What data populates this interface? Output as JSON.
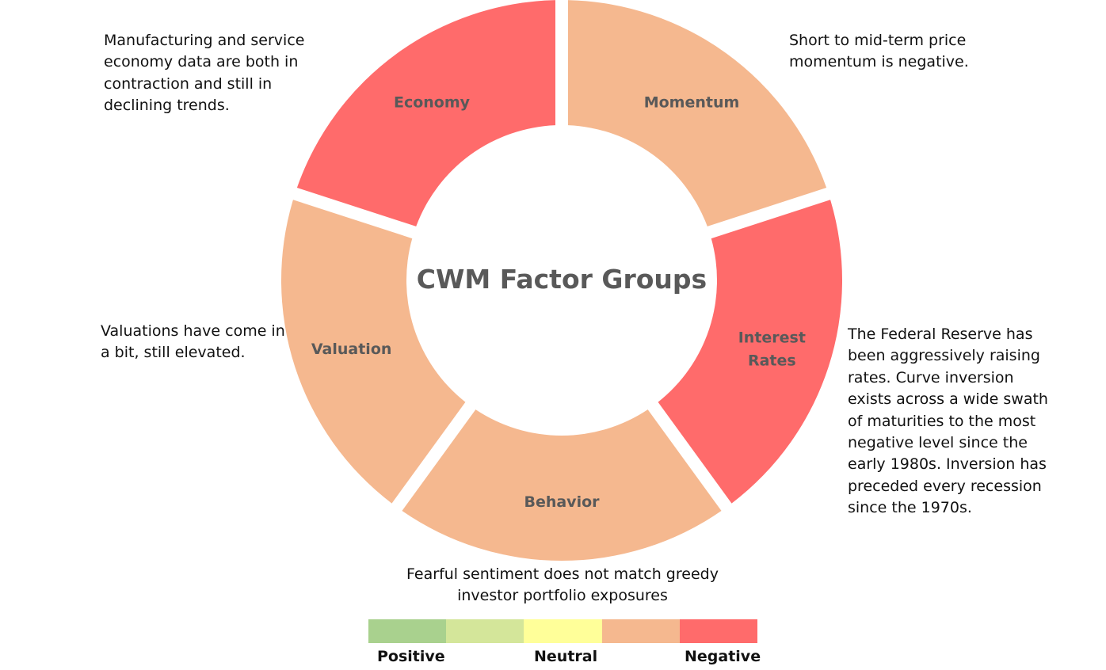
{
  "title": "CWM Factor Groups",
  "colors": {
    "negative": "#ff6b6b",
    "moderately_negative": "#f5b88f",
    "neutral": "#ffff99",
    "moderately_positive": "#d4e69a",
    "positive": "#a9d18e"
  },
  "segments": [
    {
      "id": "momentum",
      "label": [
        "Momentum"
      ],
      "status": "moderately_negative",
      "description": "Short to mid-term price momentum is negative."
    },
    {
      "id": "interest-rates",
      "label": [
        "Interest",
        "Rates"
      ],
      "status": "negative",
      "description": "The Federal Reserve has been aggressively raising rates. Curve inversion exists across a wide swath of maturities to the most negative level since the early 1980s. Inversion has preceded every recession since the 1970s."
    },
    {
      "id": "behavior",
      "label": [
        "Behavior"
      ],
      "status": "moderately_negative",
      "description": "Fearful sentiment does not match greedy investor portfolio exposures"
    },
    {
      "id": "valuation",
      "label": [
        "Valuation"
      ],
      "status": "moderately_negative",
      "description": "Valuations have come in a bit, still elevated."
    },
    {
      "id": "economy",
      "label": [
        "Economy"
      ],
      "status": "negative",
      "description": "Manufacturing and service economy data are both in contraction and still in declining trends."
    }
  ],
  "legend": {
    "scale": [
      "#a9d18e",
      "#d4e69a",
      "#ffff99",
      "#f5b88f",
      "#ff6b6b"
    ],
    "positive": "Positive",
    "neutral": "Neutral",
    "negative": "Negative"
  }
}
